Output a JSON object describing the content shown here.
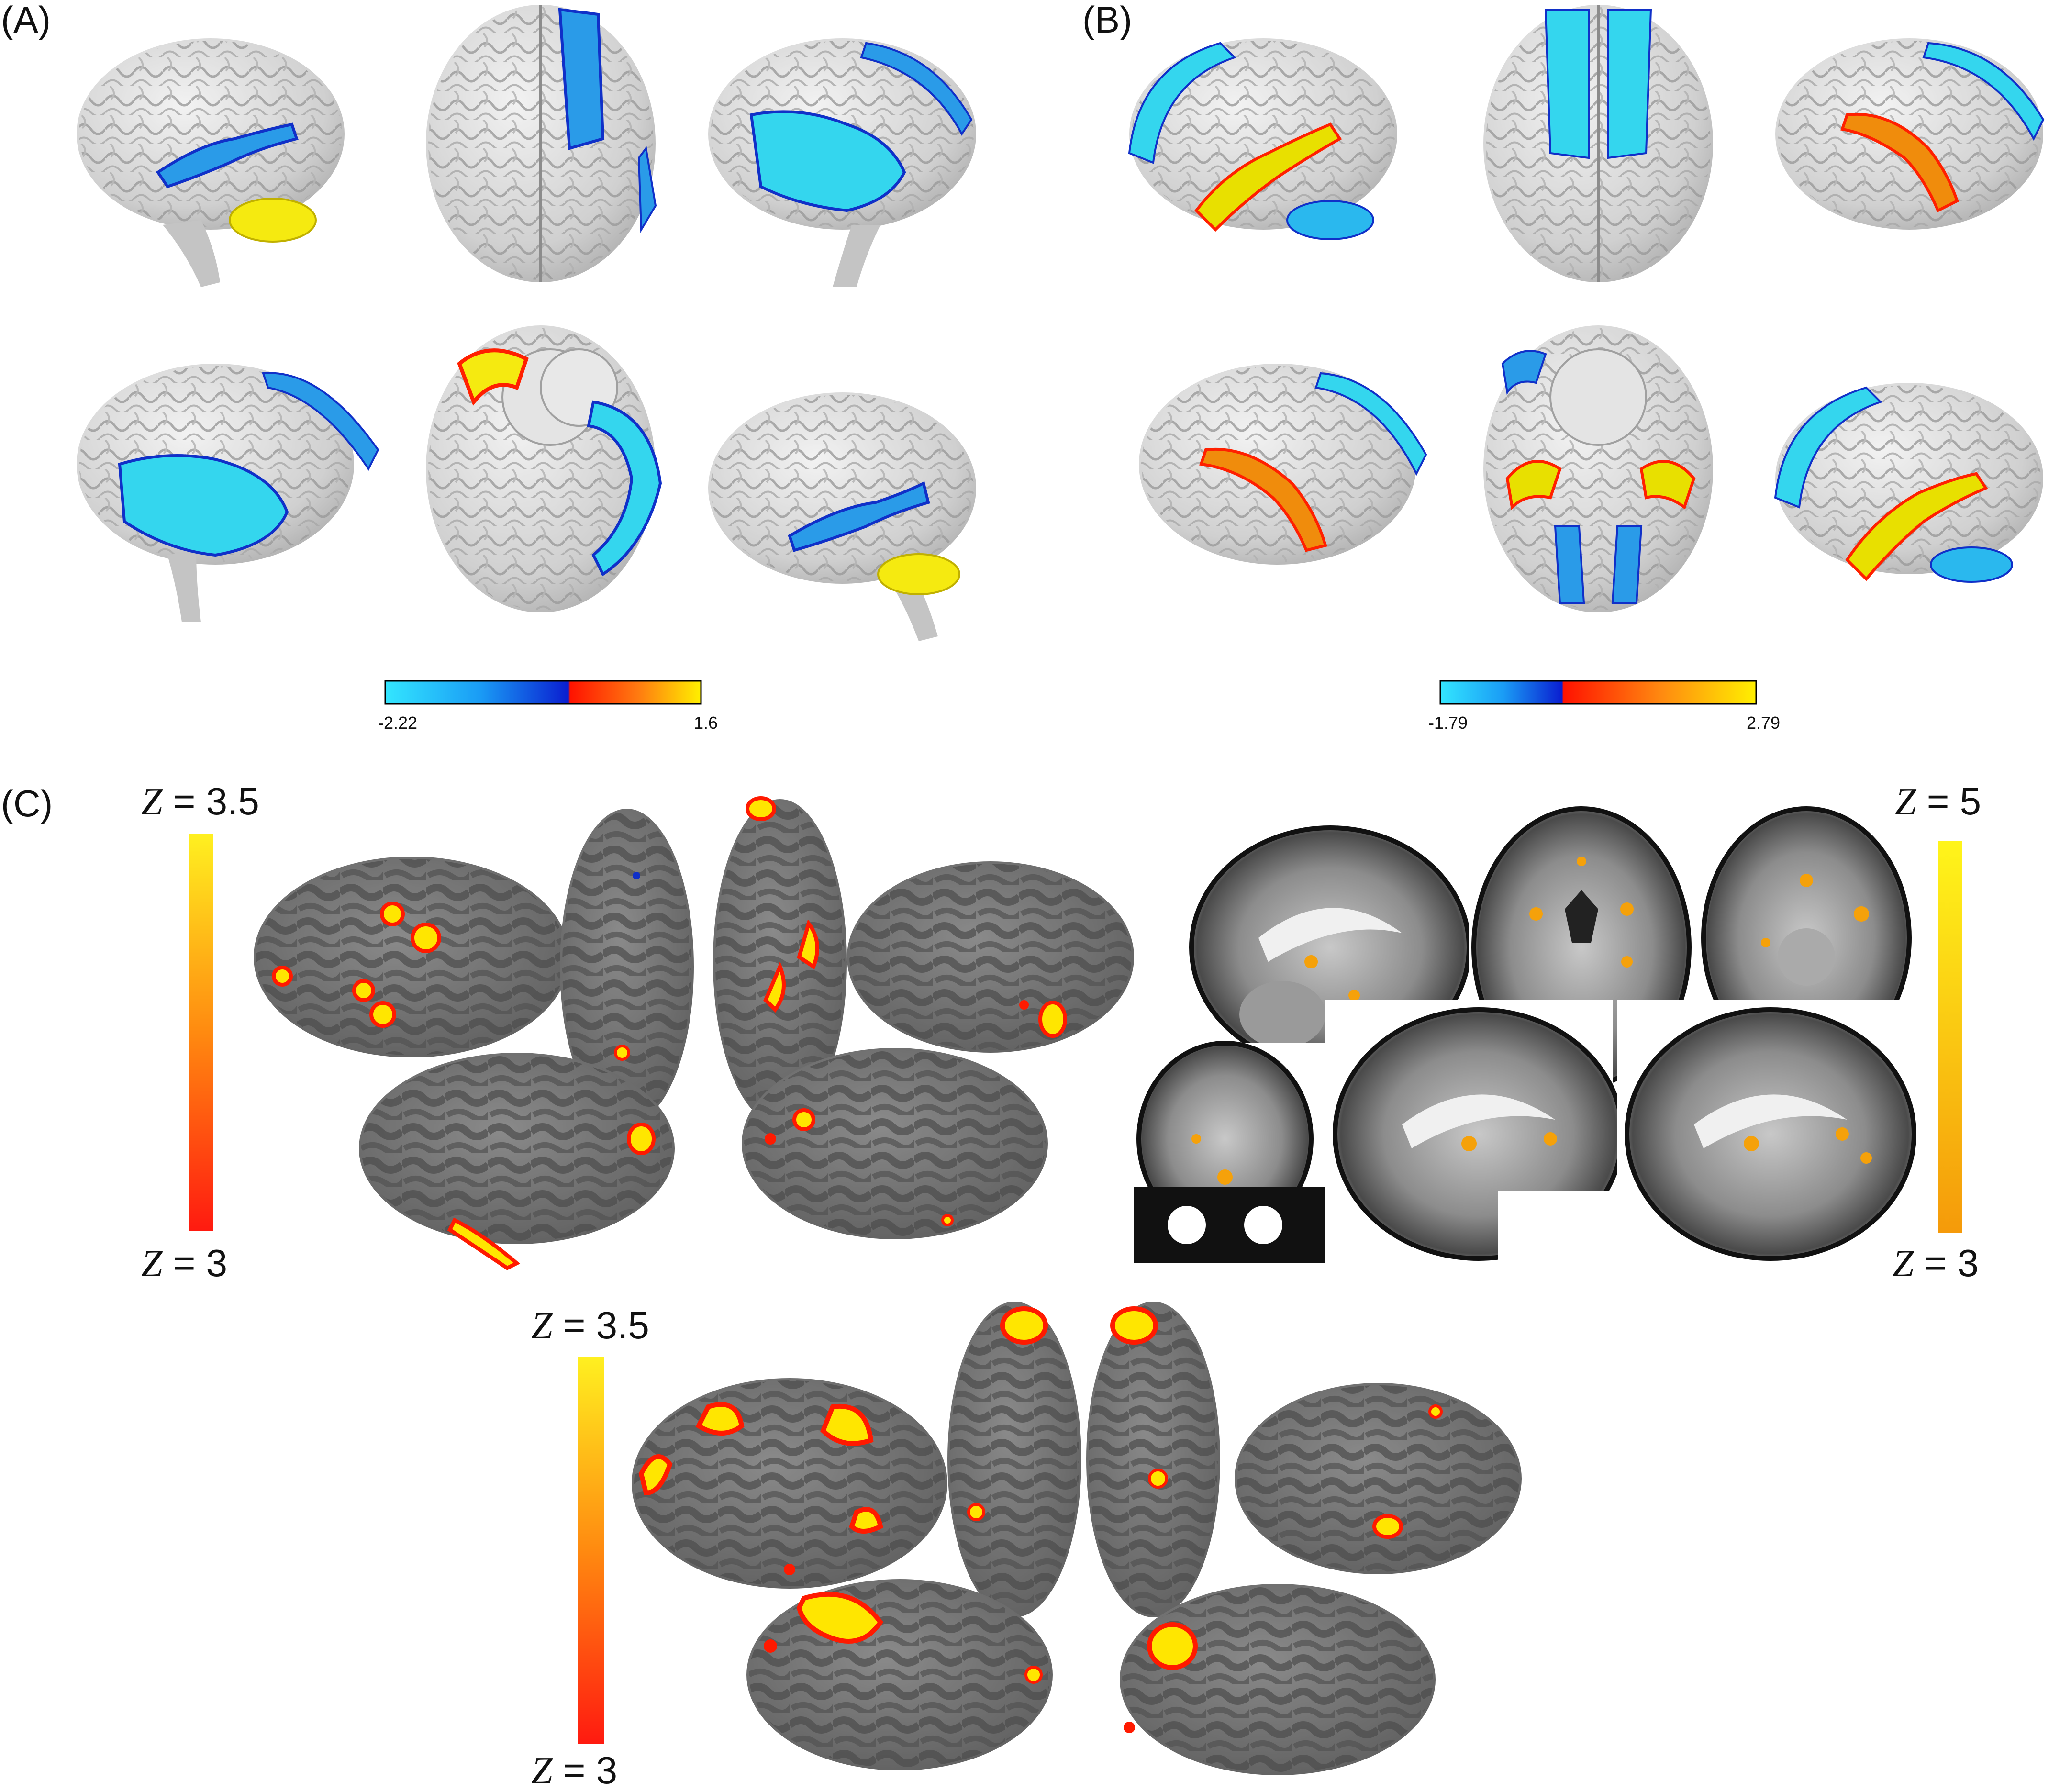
{
  "panels": {
    "a": {
      "label": "(A)",
      "colorbar": {
        "min_label": "-2.22",
        "max_label": "1.6"
      }
    },
    "b": {
      "label": "(B)",
      "colorbar": {
        "min_label": "-1.79",
        "max_label": "2.79"
      }
    },
    "c": {
      "label": "(C)",
      "top_left_scale": {
        "z_symbol": "Z",
        "top_value": "= 3.5",
        "bottom_value": "= 3"
      },
      "top_right_scale": {
        "z_symbol": "Z",
        "top_value": "= 5",
        "bottom_value": "= 3"
      },
      "bottom_scale": {
        "z_symbol": "Z",
        "top_value": "= 3.5",
        "bottom_value": "= 3"
      }
    }
  },
  "colors": {
    "brain_surface": "#d9d9d9",
    "inflated_surface": "#6f6f6f",
    "negative_cyan": "#2ad4f0",
    "negative_blue": "#1a6ee0",
    "positive_red": "#ff1a00",
    "positive_yellow": "#ffee00",
    "positive_orange": "#f0a010"
  }
}
